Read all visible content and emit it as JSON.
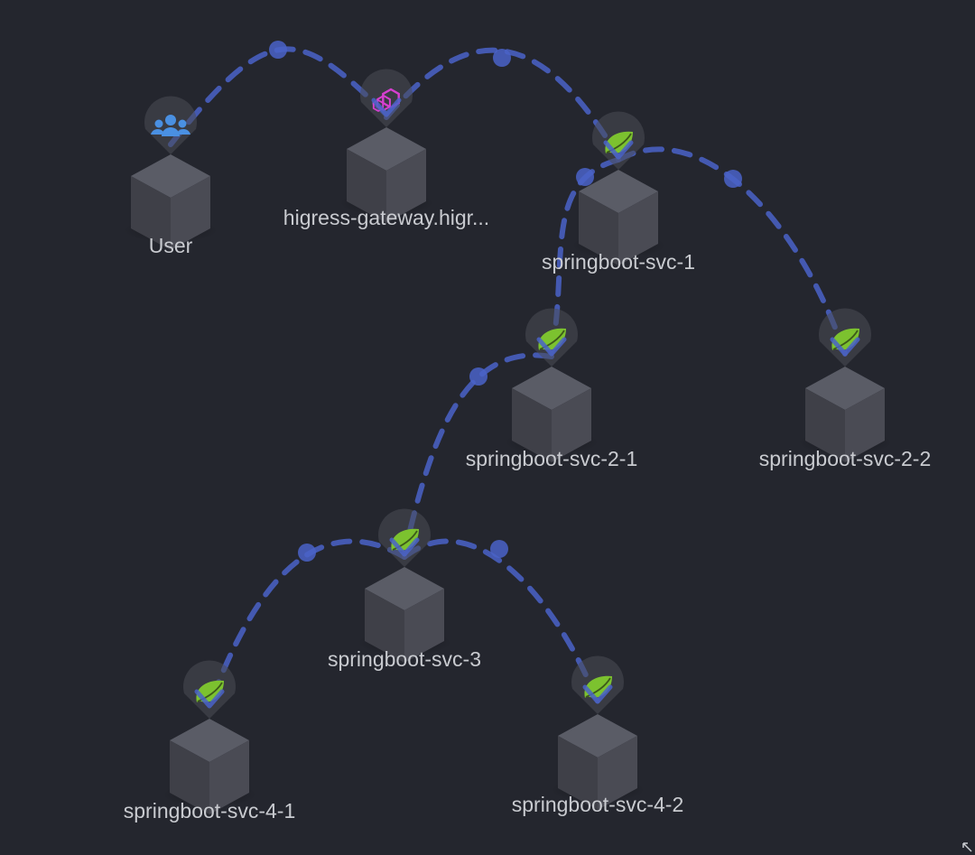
{
  "topology": {
    "nodes": [
      {
        "id": "user",
        "label": "User",
        "icon": "users-icon",
        "icon_color": "#4a90e2"
      },
      {
        "id": "gateway",
        "label": "higress-gateway.higr...",
        "icon": "higress-hexagons-icon",
        "icon_color": "#d63fd0"
      },
      {
        "id": "svc1",
        "label": "springboot-svc-1",
        "icon": "spring-leaf-icon",
        "icon_color": "#7cc22f"
      },
      {
        "id": "svc21",
        "label": "springboot-svc-2-1",
        "icon": "spring-leaf-icon",
        "icon_color": "#7cc22f"
      },
      {
        "id": "svc22",
        "label": "springboot-svc-2-2",
        "icon": "spring-leaf-icon",
        "icon_color": "#7cc22f"
      },
      {
        "id": "svc3",
        "label": "springboot-svc-3",
        "icon": "spring-leaf-icon",
        "icon_color": "#7cc22f"
      },
      {
        "id": "svc41",
        "label": "springboot-svc-4-1",
        "icon": "spring-leaf-icon",
        "icon_color": "#7cc22f"
      },
      {
        "id": "svc42",
        "label": "springboot-svc-4-2",
        "icon": "spring-leaf-icon",
        "icon_color": "#7cc22f"
      }
    ],
    "edges": [
      {
        "from": "user",
        "to": "gateway"
      },
      {
        "from": "gateway",
        "to": "svc1"
      },
      {
        "from": "svc1",
        "to": "svc21"
      },
      {
        "from": "svc1",
        "to": "svc22"
      },
      {
        "from": "svc21",
        "to": "svc3"
      },
      {
        "from": "svc3",
        "to": "svc41"
      },
      {
        "from": "svc3",
        "to": "svc42"
      }
    ],
    "colors": {
      "background": "#24262e",
      "edge": "#4a63c8",
      "label": "#c9cbd0",
      "cube_top": "#5a5c66",
      "cube_left": "#3f4048",
      "cube_right": "#4a4b54"
    }
  }
}
